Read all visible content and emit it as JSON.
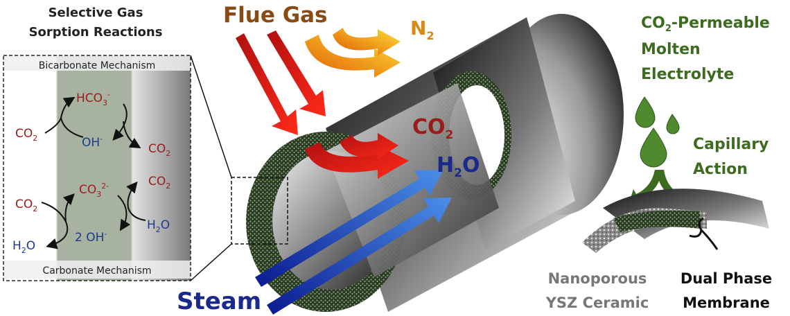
{
  "left_panel": {
    "title_line1": "Selective Gas",
    "title_line2": "Sorption Reactions",
    "bicarbonate_label": "Bicarbonate Mechanism",
    "carbonate_label": "Carbonate Mechanism",
    "species": {
      "hco3": {
        "base": "HCO",
        "sub": "3",
        "sup": "-"
      },
      "co2_in_top": {
        "base": "CO",
        "sub": "2"
      },
      "oh": {
        "base": "OH",
        "sup": "-"
      },
      "co2_out_top": {
        "base": "CO",
        "sub": "2"
      },
      "co3": {
        "base": "CO",
        "sub": "3",
        "sup": "2-"
      },
      "co2_out_bottom": {
        "base": "CO",
        "sub": "2"
      },
      "co2_in_bottom": {
        "base": "CO",
        "sub": "2"
      },
      "h2o_right": {
        "base": "H",
        "sub": "2",
        "tail": "O"
      },
      "two_oh": {
        "base": "2 OH",
        "sup": "-"
      },
      "h2o_left": {
        "base": "H",
        "sub": "2",
        "tail": "O"
      }
    }
  },
  "tube": {
    "flue_gas": "Flue Gas",
    "n2": {
      "base": "N",
      "sub": "2"
    },
    "co2": {
      "base": "CO",
      "sub": "2"
    },
    "h2o": {
      "base": "H",
      "sub": "2",
      "tail": "O"
    },
    "steam": "Steam"
  },
  "right_panel": {
    "electrolyte_line1": {
      "base": "CO",
      "sub": "2",
      "tail": "-Permeable"
    },
    "electrolyte_line2": "Molten",
    "electrolyte_line3": "Electrolyte",
    "capillary_line1": "Capillary",
    "capillary_line2": "Action",
    "ysz_line1": "Nanoporous",
    "ysz_line2": "YSZ Ceramic",
    "membrane_line1": "Dual Phase",
    "membrane_line2": "Membrane"
  },
  "colors": {
    "co2_red": "#9b1b1b",
    "water_blue": "#1b3a8a",
    "electrolyte_green": "#3d6b1f",
    "flue_brown": "#8a4a14"
  }
}
